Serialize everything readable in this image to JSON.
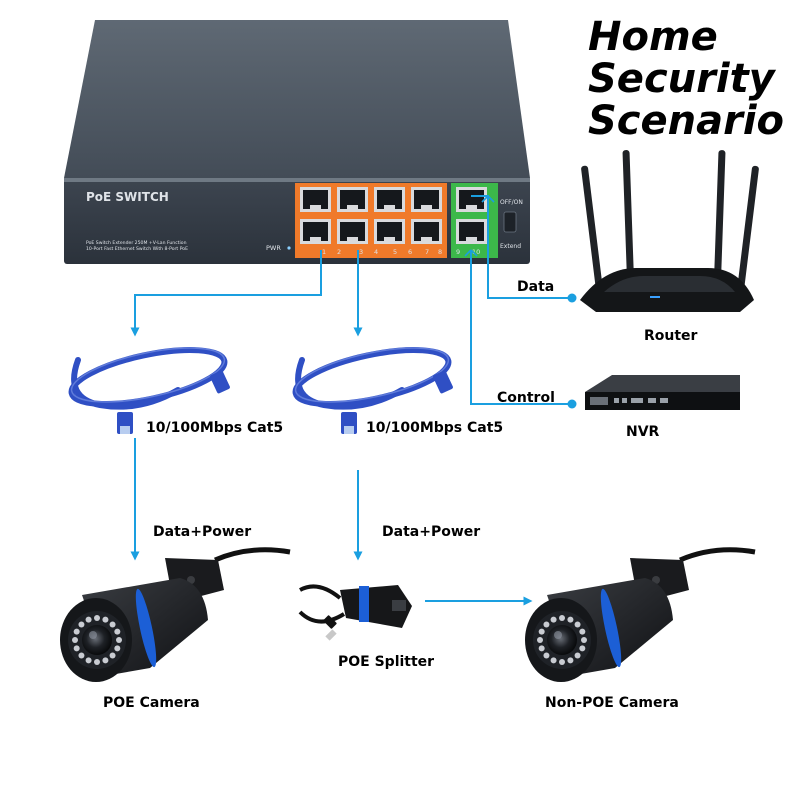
{
  "title": {
    "line1": "Home",
    "line2": "Security",
    "line3": "Scenario"
  },
  "switch": {
    "brand": "PoE SWITCH",
    "desc_line1": "PoE Switch Extender 250M +V-Lan Function",
    "desc_line2": "10-Port Fast Ethernet Switch With 8-Port PoE",
    "pwr_label": "PWR",
    "port_numbers": [
      "1",
      "2",
      "3",
      "4",
      "5",
      "6",
      "7",
      "8",
      "9",
      "10"
    ],
    "switch_label": "OFF/ON",
    "extend_label": "Extend"
  },
  "devices": {
    "router": "Router",
    "nvr": "NVR",
    "poe_camera": "POE Camera",
    "poe_splitter": "POE Splitter",
    "non_poe_camera": "Non-POE Camera"
  },
  "links": {
    "data": "Data",
    "control": "Control",
    "cable_left": "10/100Mbps Cat5",
    "cable_right": "10/100Mbps Cat5",
    "data_power_left": "Data+Power",
    "data_power_right": "Data+Power"
  },
  "colors": {
    "line_blue": "#1a9fe0",
    "switch_body": "#4b5561",
    "poe_ports": "#f07a2a",
    "uplink_ports": "#3cb84a",
    "cable_blue": "#2f4fc4",
    "camera_ring": "#1c5fd6"
  }
}
